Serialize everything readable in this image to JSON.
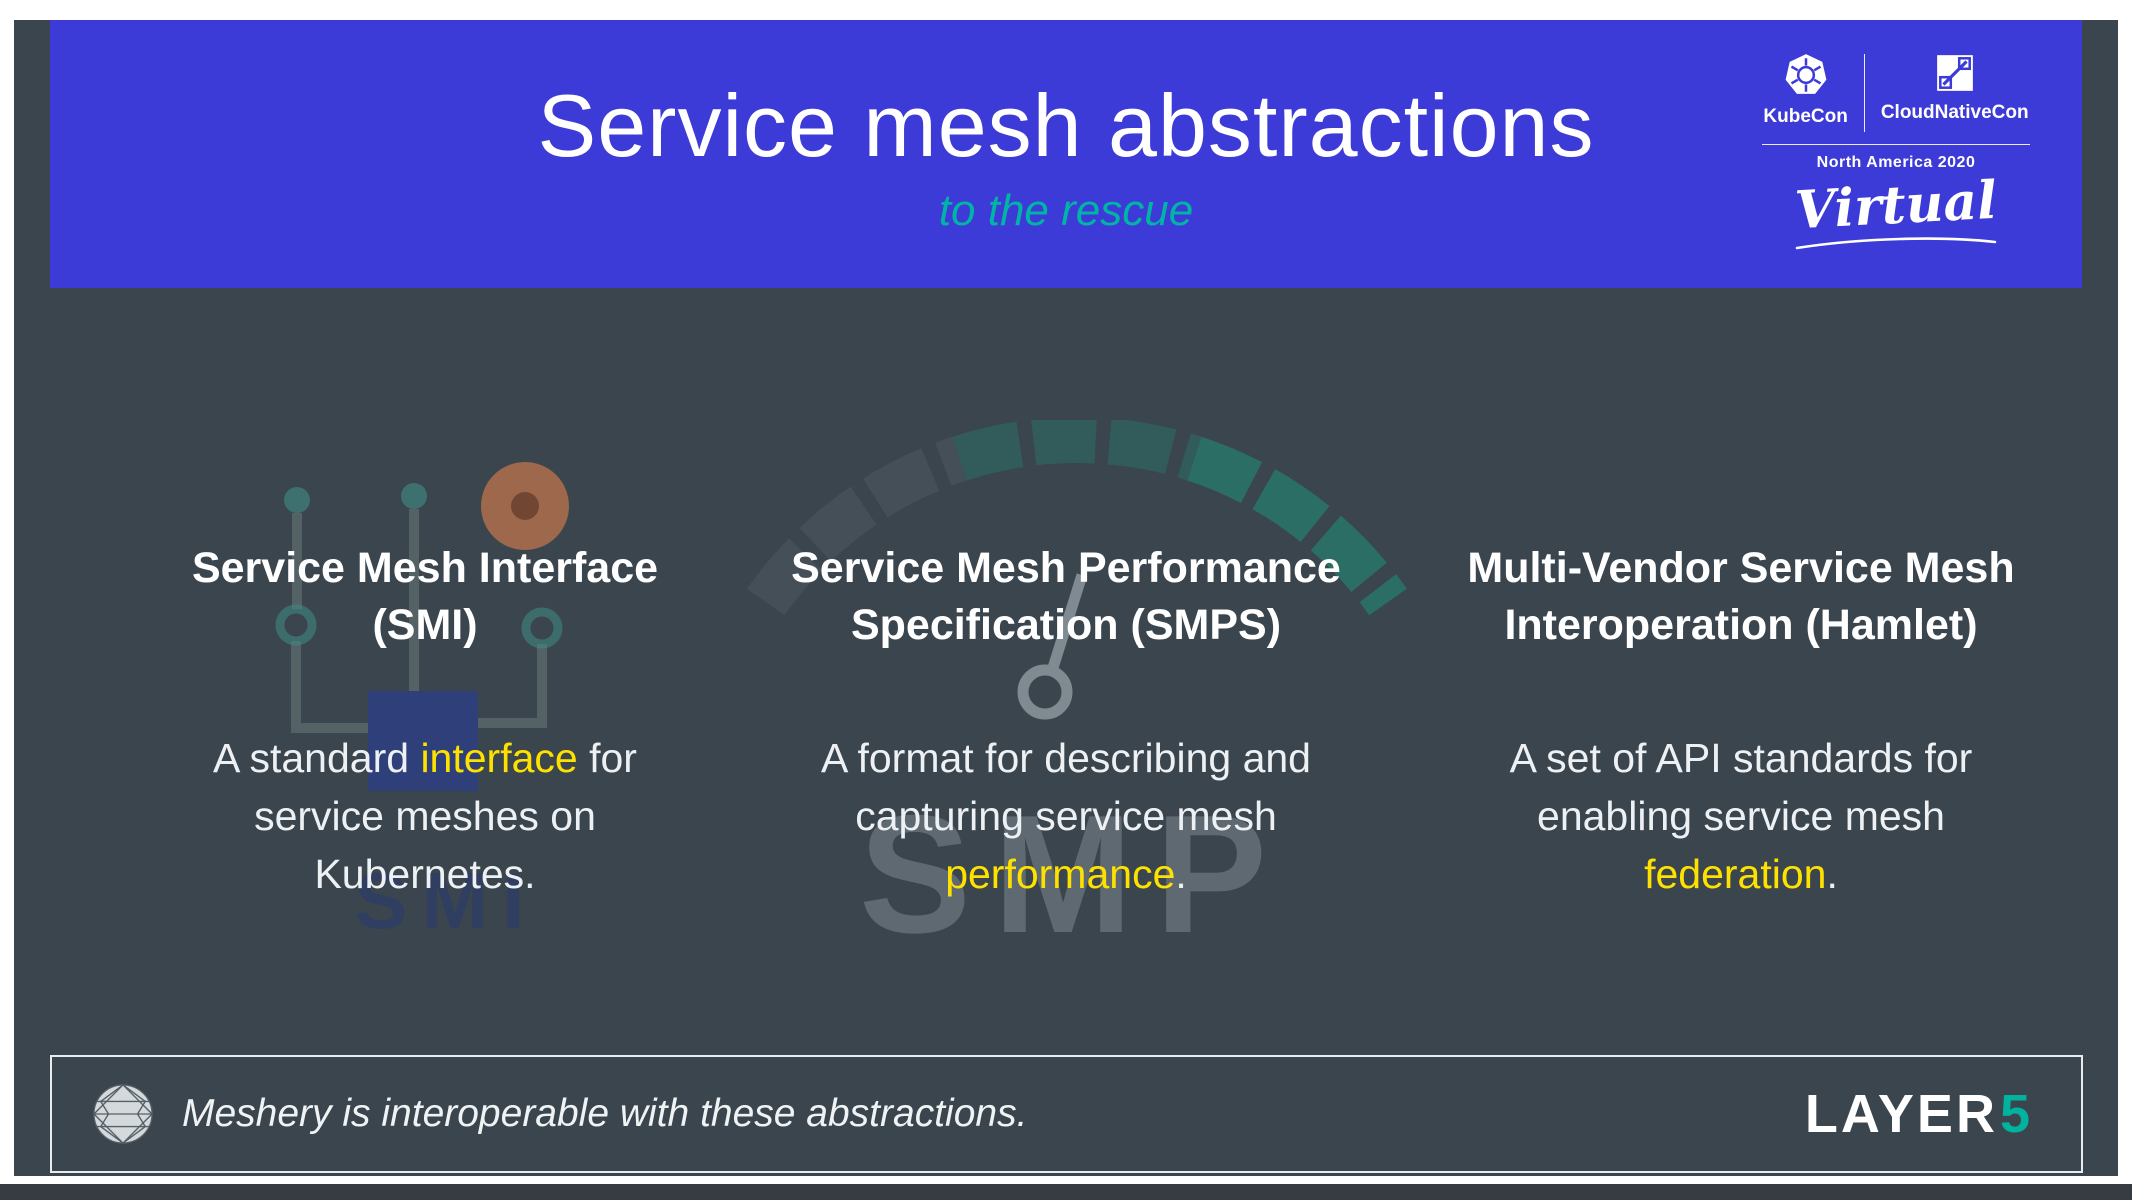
{
  "colors": {
    "banner_blue": "#3d3bd7",
    "slide_background": "#3b454e",
    "subtitle_teal": "#00b5a5",
    "highlight_yellow": "#ffe100",
    "layer5_teal": "#00b39f"
  },
  "header": {
    "title": "Service mesh abstractions",
    "subtitle": "to the rescue"
  },
  "event_badge": {
    "kubecon": "KubeCon",
    "cloudnativecon": "CloudNativeCon",
    "location": "North America 2020",
    "virtual": "Virtual"
  },
  "watermarks": {
    "smi": "SMI",
    "smp": "SMP"
  },
  "columns": [
    {
      "heading": [
        "Service Mesh Interface",
        "(SMI)"
      ],
      "body": {
        "l1_pre": "A standard ",
        "l1_hl": "interface",
        "l1_post": " for",
        "l2": "service meshes on",
        "l3": "Kubernetes."
      }
    },
    {
      "heading": [
        "Service Mesh Performance",
        "Specification (SMPS)"
      ],
      "body": {
        "l1": "A format for describing and",
        "l2": "capturing service mesh",
        "l3_hl": "performance",
        "l3_end": "."
      }
    },
    {
      "heading": [
        "Multi-Vendor Service Mesh",
        "Interoperation (Hamlet)"
      ],
      "body": {
        "l1": "A set of API standards for",
        "l2": "enabling service mesh",
        "l3_hl": "federation",
        "l3_end": "."
      }
    }
  ],
  "footer": {
    "note": "Meshery is interoperable with these abstractions.",
    "brand_text": "LAYER",
    "brand_accent": "5"
  }
}
